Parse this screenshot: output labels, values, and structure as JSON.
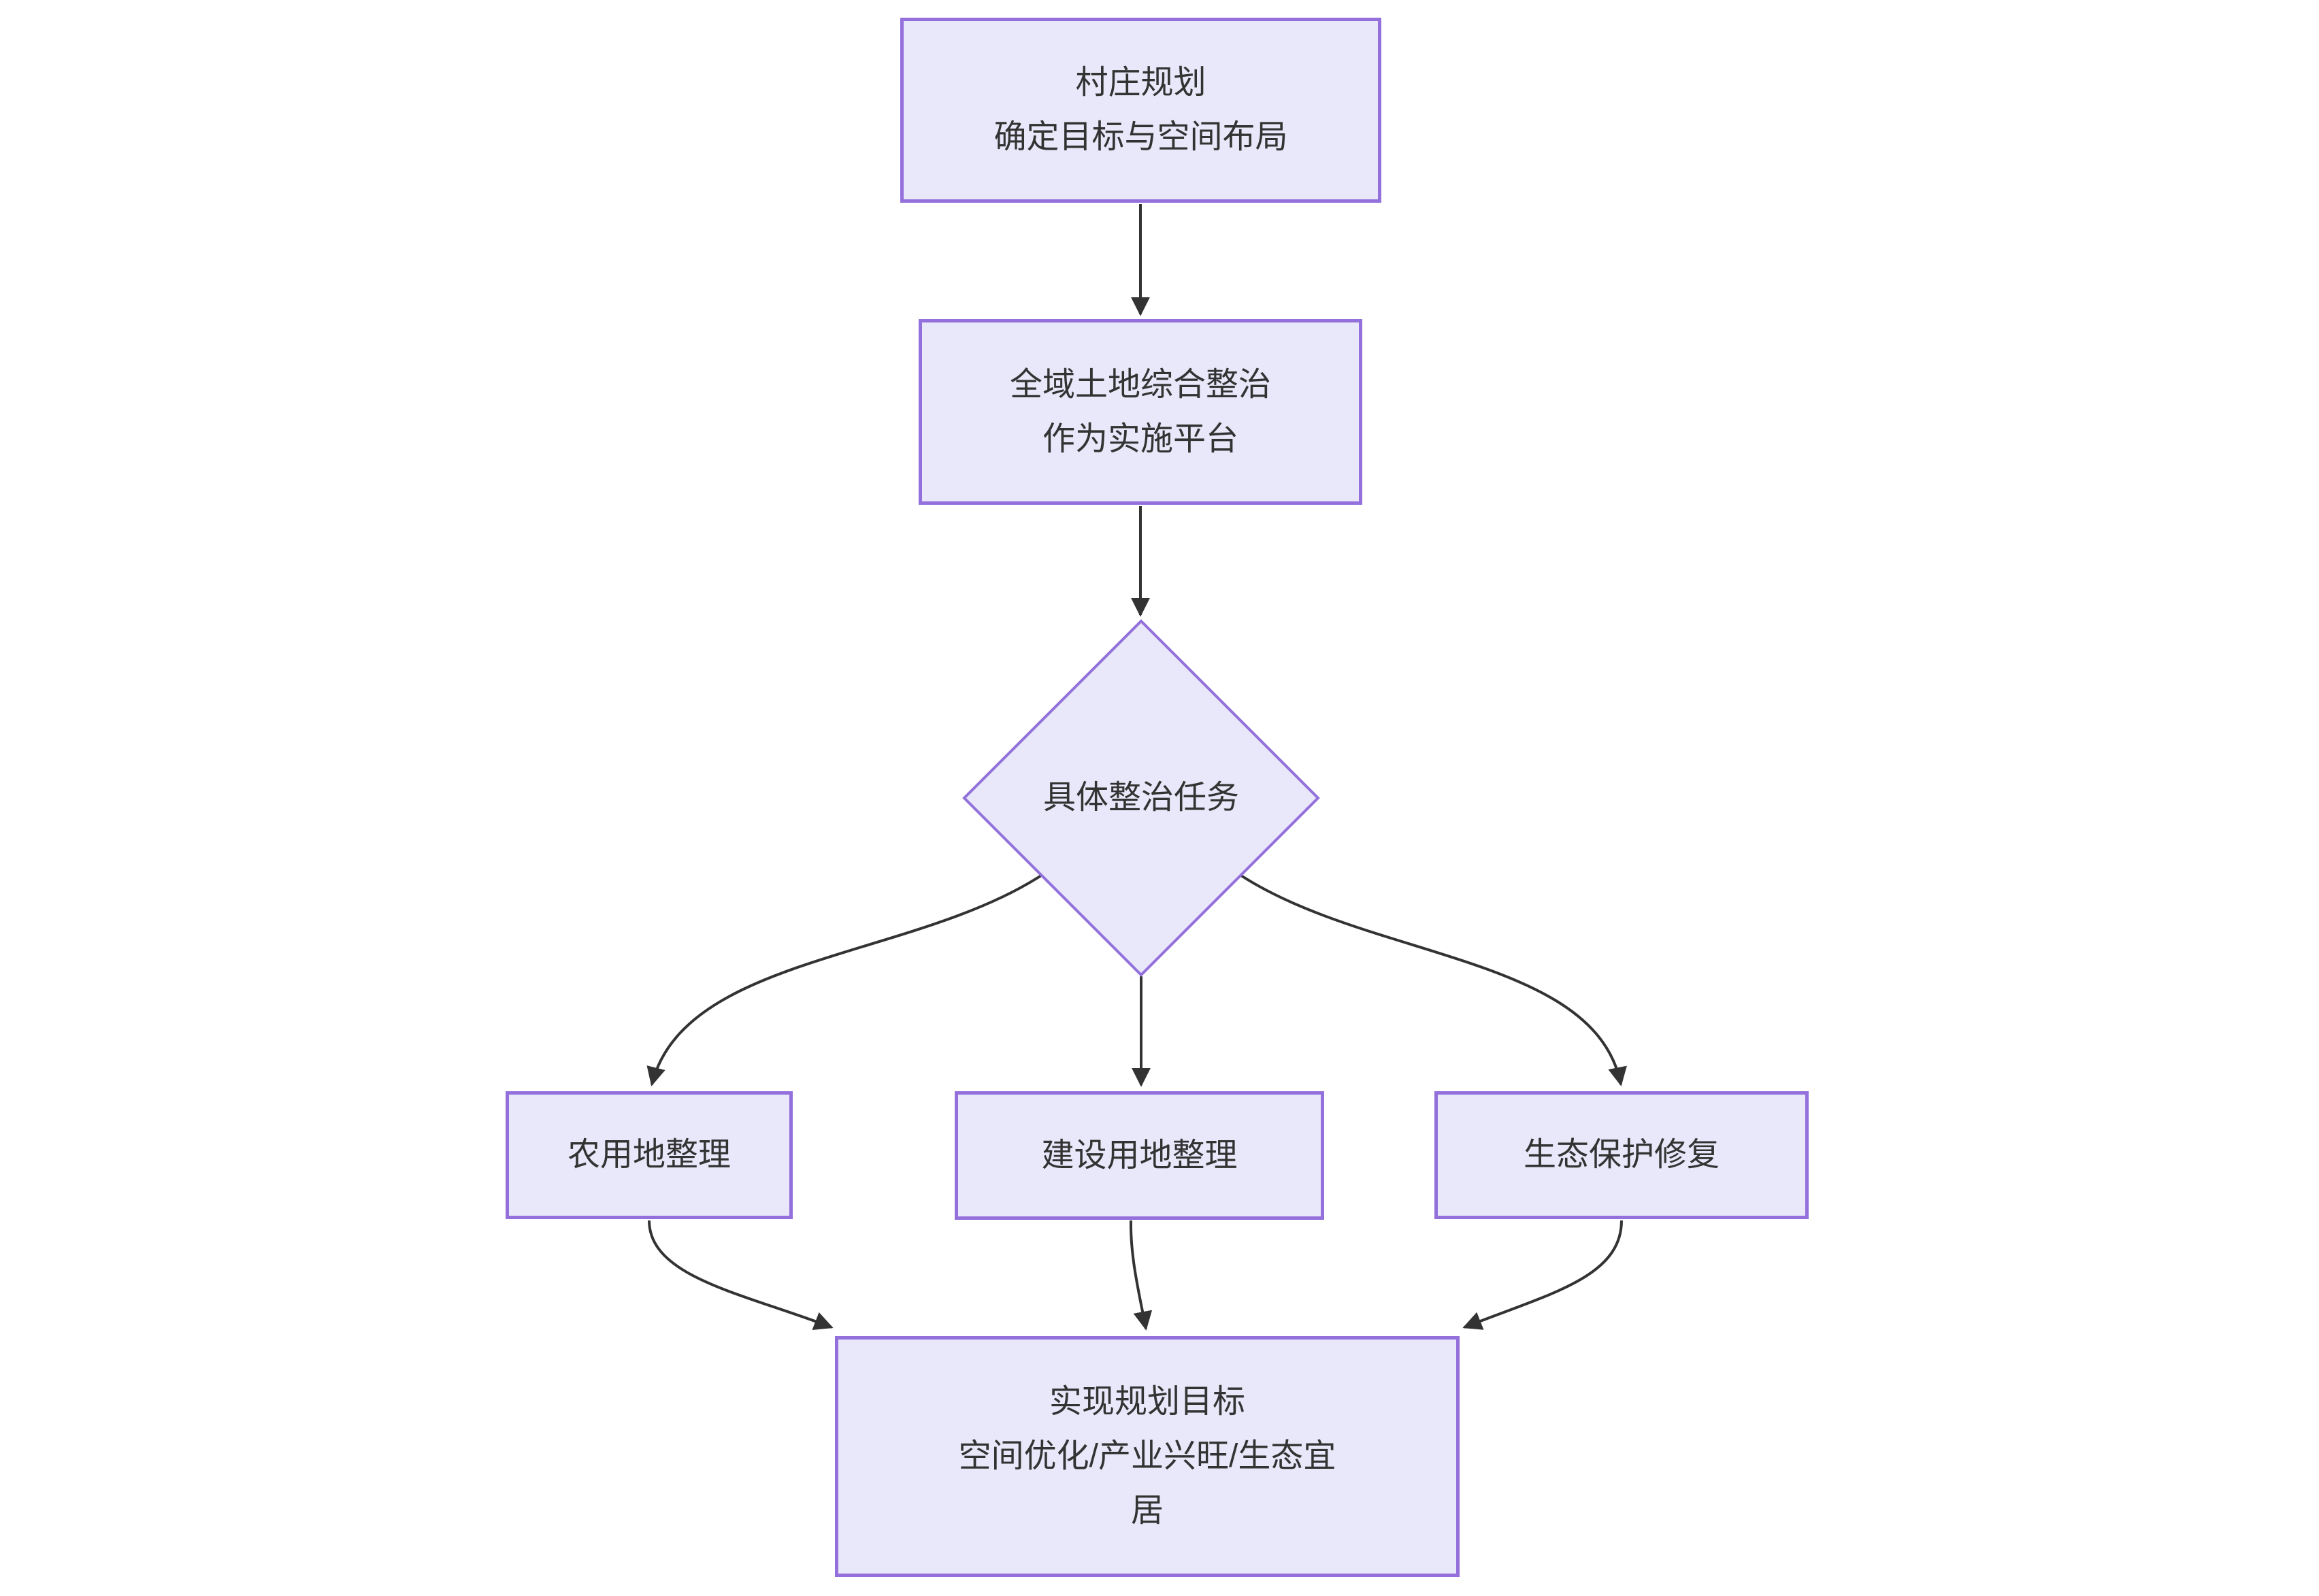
{
  "diagram": {
    "type": "flowchart",
    "direction": "top-down",
    "colors": {
      "bg": "#ffffff",
      "node_fill": "#e8e8fa",
      "node_border": "#9370db",
      "edge_color": "#333333",
      "text_color": "#333333"
    },
    "nodes": {
      "village_planning": {
        "shape": "rect",
        "lines": [
          "村庄规划",
          "确定目标与空间布局"
        ]
      },
      "implementation_platform": {
        "shape": "rect",
        "lines": [
          "全域土地综合整治",
          "作为实施平台"
        ]
      },
      "decision_tasks": {
        "shape": "diamond",
        "lines": [
          "具体整治任务"
        ]
      },
      "farmland_consolidation": {
        "shape": "rect",
        "lines": [
          "农用地整理"
        ]
      },
      "construction_land_consolidation": {
        "shape": "rect",
        "lines": [
          "建设用地整理"
        ]
      },
      "ecological_restoration": {
        "shape": "rect",
        "lines": [
          "生态保护修复"
        ]
      },
      "planning_goals": {
        "shape": "rect",
        "lines": [
          "实现规划目标",
          "空间优化/产业兴旺/生态宜",
          "居"
        ]
      }
    },
    "edges": [
      {
        "from": "village_planning",
        "to": "implementation_platform"
      },
      {
        "from": "implementation_platform",
        "to": "decision_tasks"
      },
      {
        "from": "decision_tasks",
        "to": "farmland_consolidation"
      },
      {
        "from": "decision_tasks",
        "to": "construction_land_consolidation"
      },
      {
        "from": "decision_tasks",
        "to": "ecological_restoration"
      },
      {
        "from": "farmland_consolidation",
        "to": "planning_goals"
      },
      {
        "from": "construction_land_consolidation",
        "to": "planning_goals"
      },
      {
        "from": "ecological_restoration",
        "to": "planning_goals"
      }
    ]
  }
}
